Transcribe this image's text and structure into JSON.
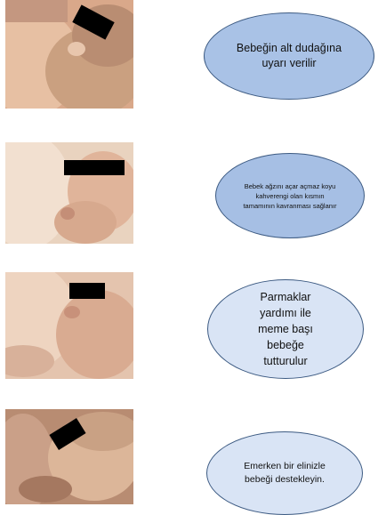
{
  "steps": [
    {
      "text": "Bebeğin alt dudağına uyarı verilir"
    },
    {
      "text": "Bebek ağzını açar açmaz koyu kahverengi olan kısmın tamamının kavranması sağlanır"
    },
    {
      "text": "Parmaklar yardımı ile meme başı bebeğe tutturulur"
    },
    {
      "text": "Emerken bir elinizle bebeği destekleyin."
    }
  ],
  "colors": {
    "ellipse_dark": "#a9c2e6",
    "ellipse_light": "#d9e4f5",
    "ellipse_border": "#3c5a82",
    "censor_bar": "#000000"
  }
}
